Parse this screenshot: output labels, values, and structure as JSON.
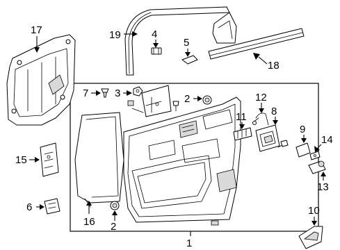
{
  "diagram": {
    "callouts": [
      {
        "id": "c1",
        "label": "1"
      },
      {
        "id": "c2a",
        "label": "2"
      },
      {
        "id": "c2b",
        "label": "2"
      },
      {
        "id": "c3",
        "label": "3"
      },
      {
        "id": "c4",
        "label": "4"
      },
      {
        "id": "c5",
        "label": "5"
      },
      {
        "id": "c6",
        "label": "6"
      },
      {
        "id": "c7",
        "label": "7"
      },
      {
        "id": "c8",
        "label": "8"
      },
      {
        "id": "c9",
        "label": "9"
      },
      {
        "id": "c10",
        "label": "10"
      },
      {
        "id": "c11",
        "label": "11"
      },
      {
        "id": "c12",
        "label": "12"
      },
      {
        "id": "c13",
        "label": "13"
      },
      {
        "id": "c14",
        "label": "14"
      },
      {
        "id": "c15",
        "label": "15"
      },
      {
        "id": "c16",
        "label": "16"
      },
      {
        "id": "c17",
        "label": "17"
      },
      {
        "id": "c18",
        "label": "18"
      },
      {
        "id": "c19",
        "label": "19"
      }
    ]
  }
}
